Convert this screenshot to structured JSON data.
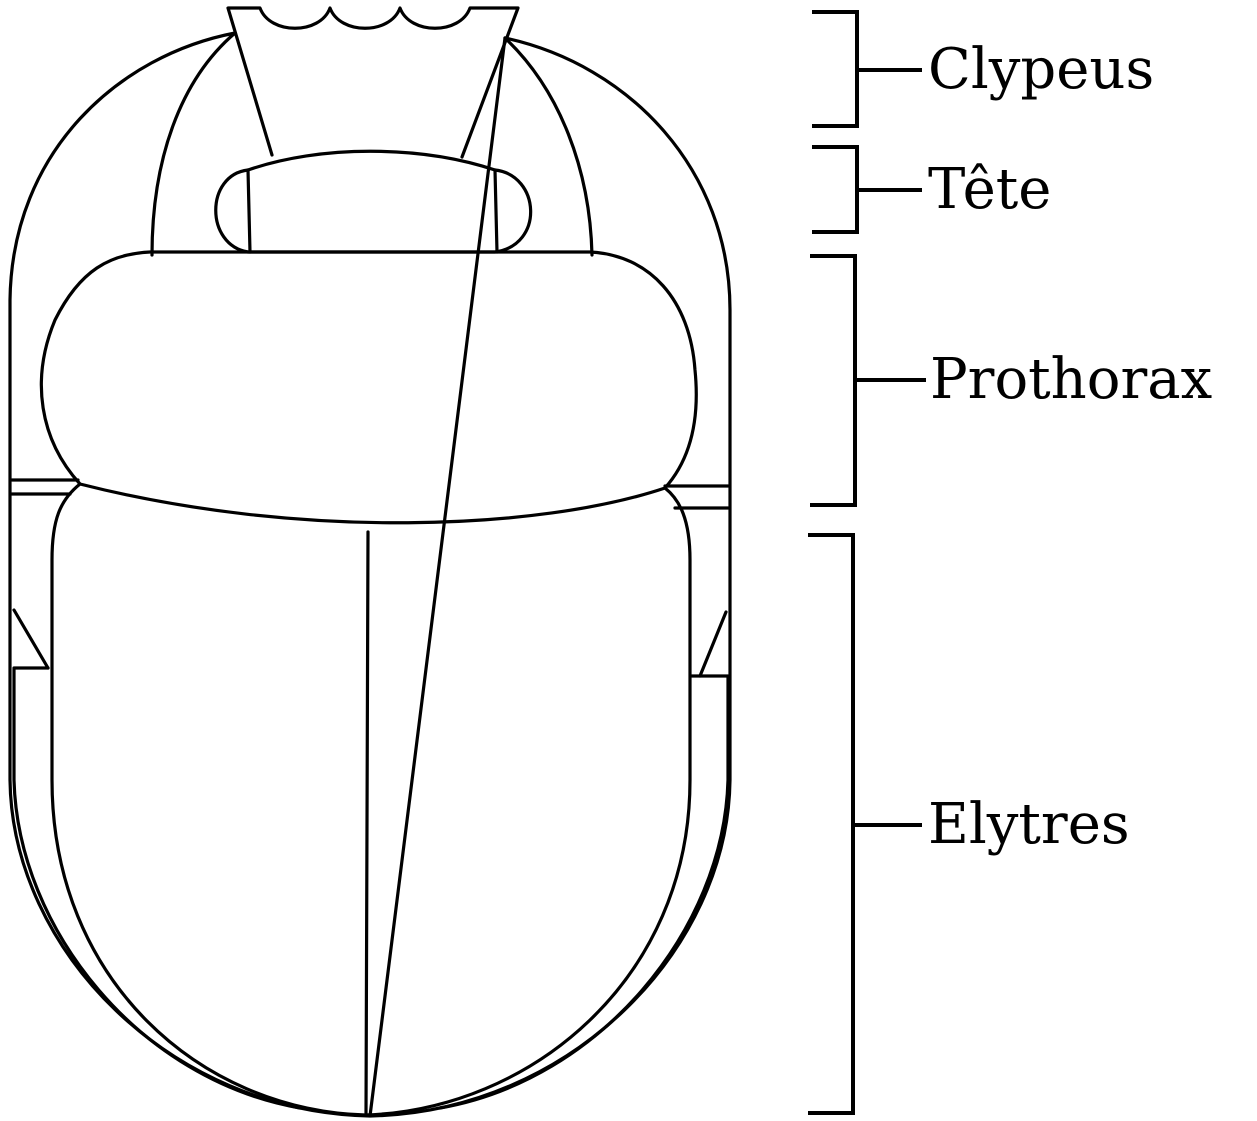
{
  "diagram": {
    "subject": "Scarab beetle (dorsal view)",
    "line_color": "#000000",
    "background": "#ffffff",
    "labels": {
      "clypeus": "Clypeus",
      "tete": "Tête",
      "prothorax": "Prothorax",
      "elytres": "Elytres"
    }
  }
}
